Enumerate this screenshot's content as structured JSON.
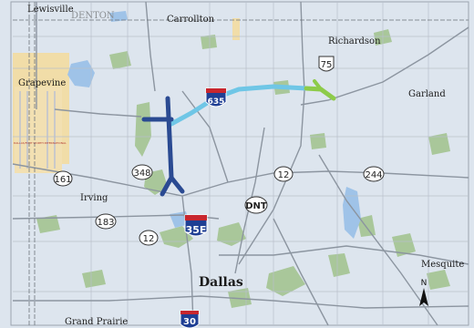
{
  "cities": {
    "lewisville": "Lewisville",
    "denton": "DENTON",
    "carrollton": "Carrollton",
    "richardson": "Richardson",
    "grapevine": "Grapevine",
    "garland": "Garland",
    "irving": "Irving",
    "dallas": "Dallas",
    "mesquite": "Mesquite",
    "grand_prairie": "Grand Prairie"
  },
  "airport_label": "DALLAS/FORT WORTH INTERNATIONAL",
  "routes": {
    "us75": "75",
    "i635": "635",
    "sh12_north": "12",
    "sh12_west": "12",
    "sh244": "244",
    "dnt": "DNT",
    "sh161": "161",
    "sh348": "348",
    "sh183": "183",
    "i35e": "35E",
    "i30": "30"
  },
  "north_arrow": "N",
  "colors": {
    "background": "#dde5ee",
    "park_green": "#a9c79a",
    "water": "#9fc3e8",
    "urban": "#f3dba0",
    "project_light_blue": "#6fc6e6",
    "project_dark_blue": "#2a4a92",
    "project_green": "#8dcb49",
    "interstate_red": "#c8262e",
    "interstate_blue": "#1f3f94"
  }
}
